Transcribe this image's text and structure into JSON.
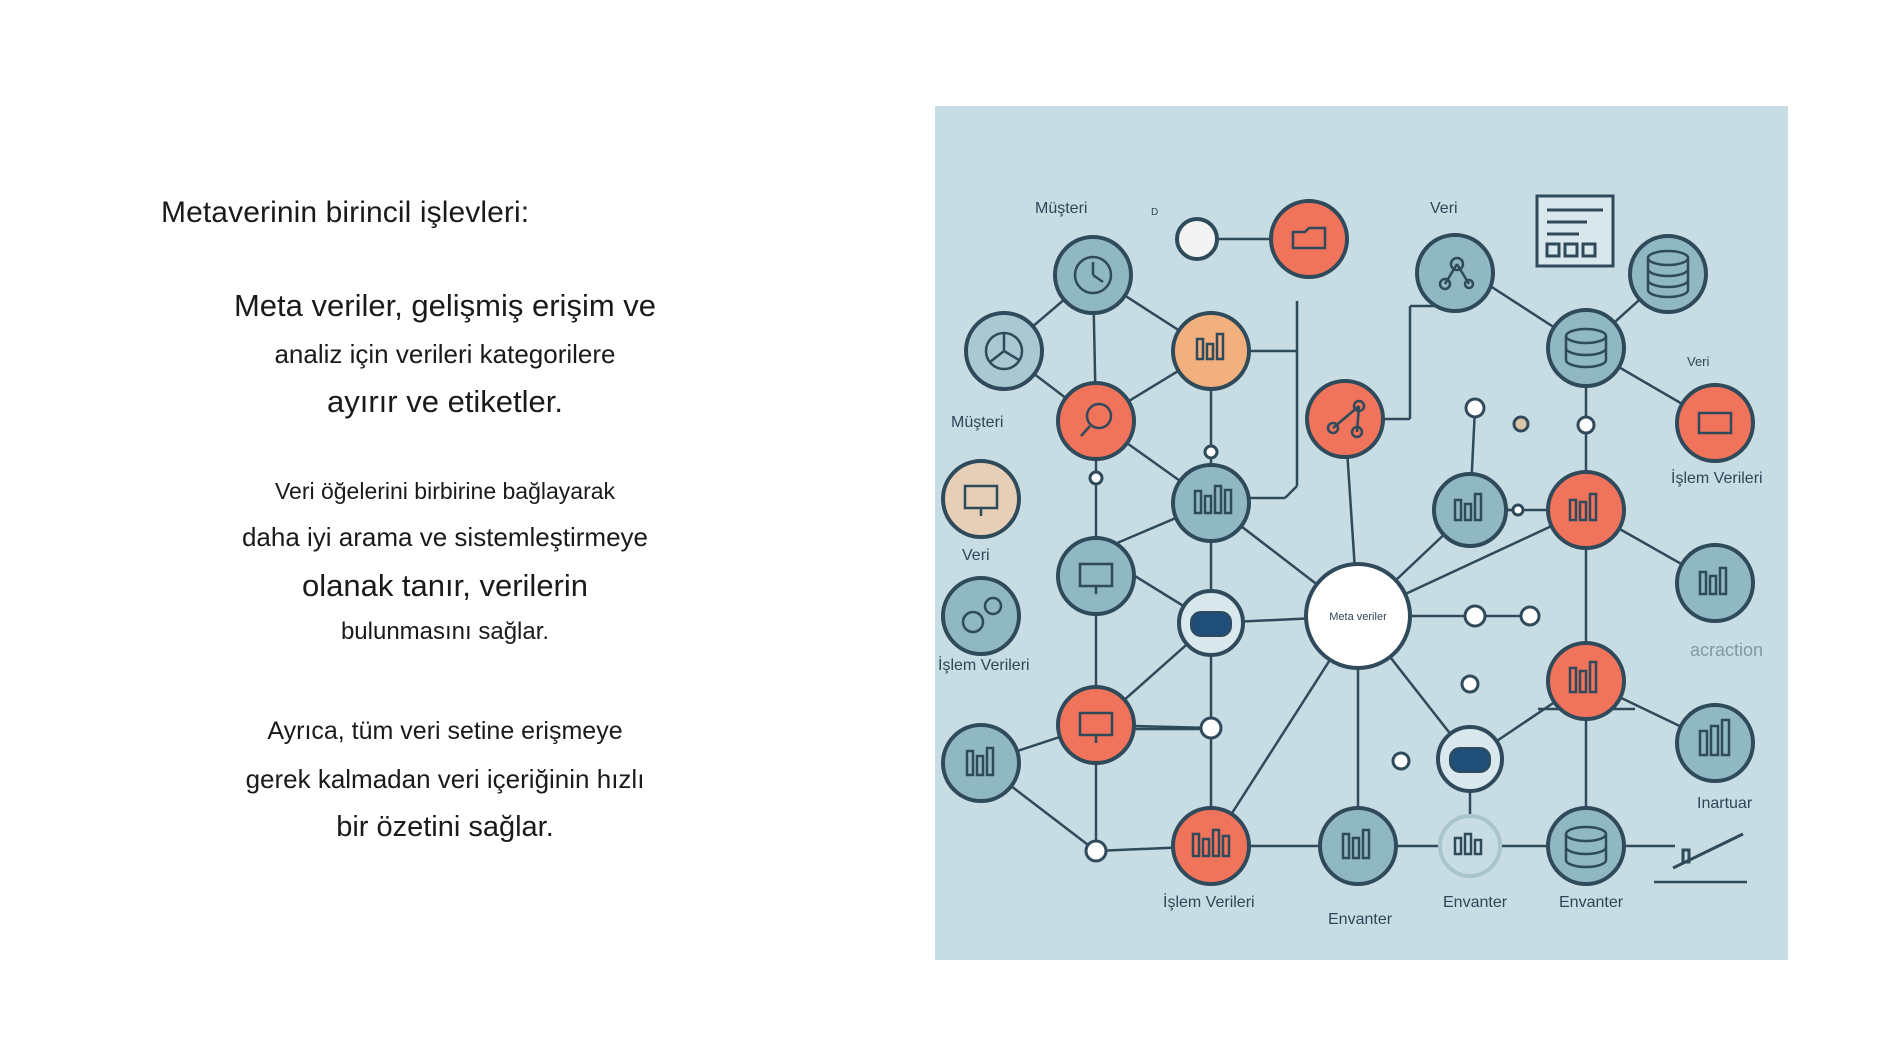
{
  "heading": "Metaverinin birincil işlevleri:",
  "paragraphs": [
    [
      "Meta veriler, gelişmiş erişim ve",
      "analiz için verileri kategorilere",
      "ayırır ve etiketler."
    ],
    [
      "Veri öğelerini birbirine bağlayarak",
      "daha iyi arama ve sistemleştirmeye",
      "olanak tanır, verilerin",
      "bulunmasını sağlar."
    ],
    [
      "Ayrıca, tüm veri setine erişmeye",
      "gerek kalmadan veri içeriğinin hızlı",
      "bir özetini sağlar."
    ]
  ],
  "illustration": {
    "center_label": "Meta veriler",
    "labels": {
      "musteri_top": "Müşteri",
      "d_small": "D",
      "veri_top": "Veri",
      "veri_right": "Veri",
      "musteri_left": "Müşteri",
      "islem_right": "İşlem Verileri",
      "veri_left": "Veri",
      "islem_left": "İşlem Verileri",
      "acraction": "acraction",
      "inartuar": "Inartuar",
      "islem_bottom": "İşlem Verileri",
      "envanter_1": "Envanter",
      "envanter_2": "Envanter",
      "envanter_3": "Envanter"
    },
    "colors": {
      "background": "#c8dde3",
      "teal_node": "#8fb8c2",
      "coral_node": "#f0735c",
      "peach_node": "#f2b07e",
      "beige_node": "#e6cfb6",
      "line": "#2f4a5a",
      "navy": "#1f4f78"
    }
  }
}
